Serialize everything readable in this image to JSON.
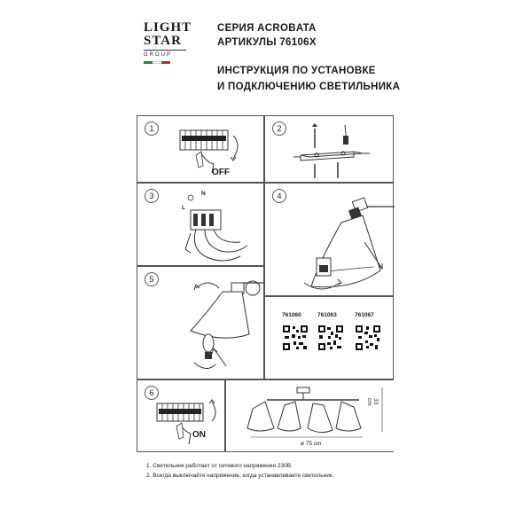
{
  "logo": {
    "line1": "LIGHT",
    "line2": "STAR",
    "line3": "GROUP",
    "flag_colors": [
      "#1a8a3a",
      "#ffffff",
      "#c8262b"
    ]
  },
  "header": {
    "series": "СЕРИЯ ACROBATA",
    "articles": "АРТИКУЛЫ 76106X",
    "title_line1": "ИНСТРУКЦИЯ ПО УСТАНОВКЕ",
    "title_line2": "И ПОДКЛЮЧЕНИЮ СВЕТИЛЬНИКА"
  },
  "steps": [
    "1",
    "2",
    "3",
    "4",
    "5",
    "6"
  ],
  "labels": {
    "off": "OFF",
    "on": "ON",
    "neutral": "N",
    "live": "L",
    "dim_height": "33 cm",
    "dim_width": "ø 75 cm"
  },
  "articles_list": [
    "761060",
    "761063",
    "761067"
  ],
  "notes": [
    "1. Светильник работает от сетевого напряжения 230В.",
    "2. Всегда выключайте напряжение, когда устанавливаете светильник."
  ]
}
